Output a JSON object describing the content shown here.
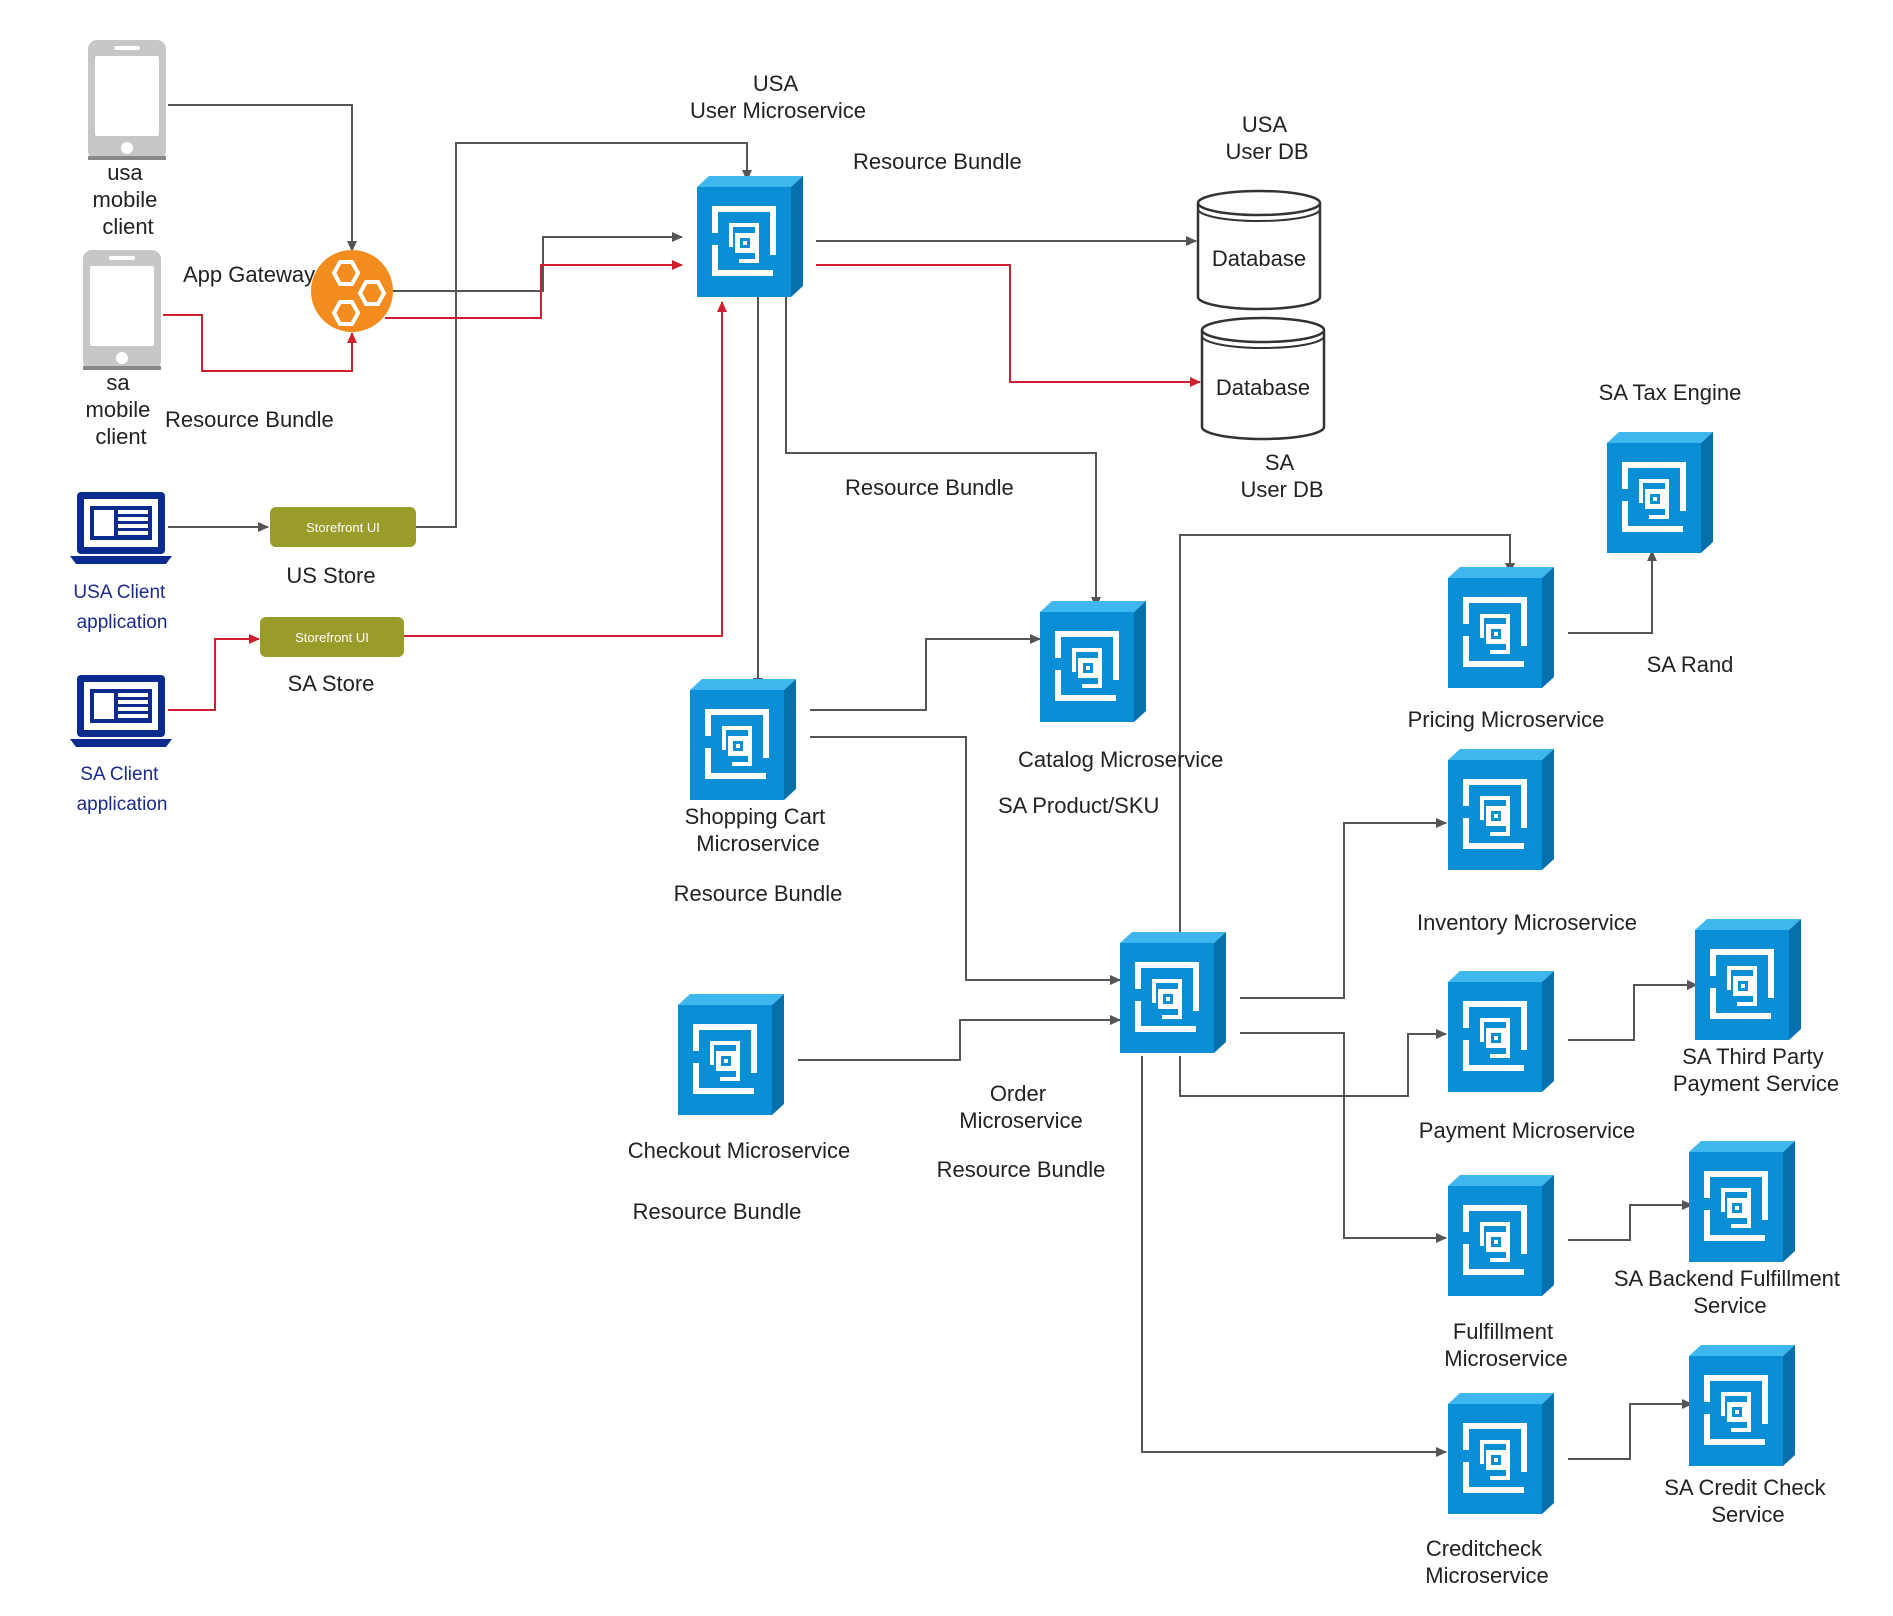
{
  "colors": {
    "cube_front": "#0a8fd6",
    "cube_top": "#3db7ee",
    "cube_side": "#0670ad",
    "arrow_gray": "#555555",
    "arrow_red": "#d0202f",
    "gateway": "#f28c1f",
    "storefront_pill": "#9a9c2a",
    "laptop": "#0c2b8f",
    "phone": "#c7c7c7"
  },
  "clients": {
    "usa_mobile": [
      "usa",
      "mobile",
      "client"
    ],
    "sa_mobile": [
      "sa",
      "mobile",
      "client"
    ],
    "usa_app": [
      "USA Client",
      "application"
    ],
    "sa_app": [
      "SA Client",
      "application"
    ]
  },
  "gateway": {
    "label": "App Gateway"
  },
  "storefronts": {
    "us": {
      "pill": "Storefront UI",
      "label": "US Store"
    },
    "sa": {
      "pill": "Storefront UI",
      "label": "SA Store"
    }
  },
  "databases": {
    "usa": {
      "text": "Database",
      "title": [
        "USA",
        "User DB"
      ]
    },
    "sa": {
      "text": "Database",
      "title": [
        "SA",
        "User DB"
      ]
    }
  },
  "services": {
    "user": [
      "USA",
      "User Microservice"
    ],
    "cart": [
      "Shopping Cart",
      "Microservice"
    ],
    "catalog": [
      "Catalog Microservice"
    ],
    "checkout": [
      "Checkout Microservice"
    ],
    "order": [
      "Order",
      "Microservice"
    ],
    "pricing": [
      "Pricing Microservice"
    ],
    "inventory": [
      "Inventory Microservice"
    ],
    "payment": [
      "Payment Microservice"
    ],
    "fulfillment": [
      "Fulfillment",
      "Microservice"
    ],
    "creditcheck": [
      "Creditcheck",
      "Microservice"
    ],
    "tax": [
      "SA Tax Engine"
    ],
    "third_party": [
      "SA Third Party",
      "Payment Service"
    ],
    "backend": [
      "SA Backend Fulfillment",
      "Service"
    ],
    "credit_svc": [
      "SA Credit Check",
      "Service"
    ]
  },
  "notes": {
    "rb_user": "Resource Bundle",
    "rb_gateway": "Resource Bundle",
    "rb_catalog": "Resource Bundle",
    "rb_cart": "Resource Bundle",
    "rb_checkout": "Resource Bundle",
    "rb_order": "Resource Bundle",
    "sa_product": "SA Product/SKU",
    "sa_rand": "SA Rand"
  }
}
